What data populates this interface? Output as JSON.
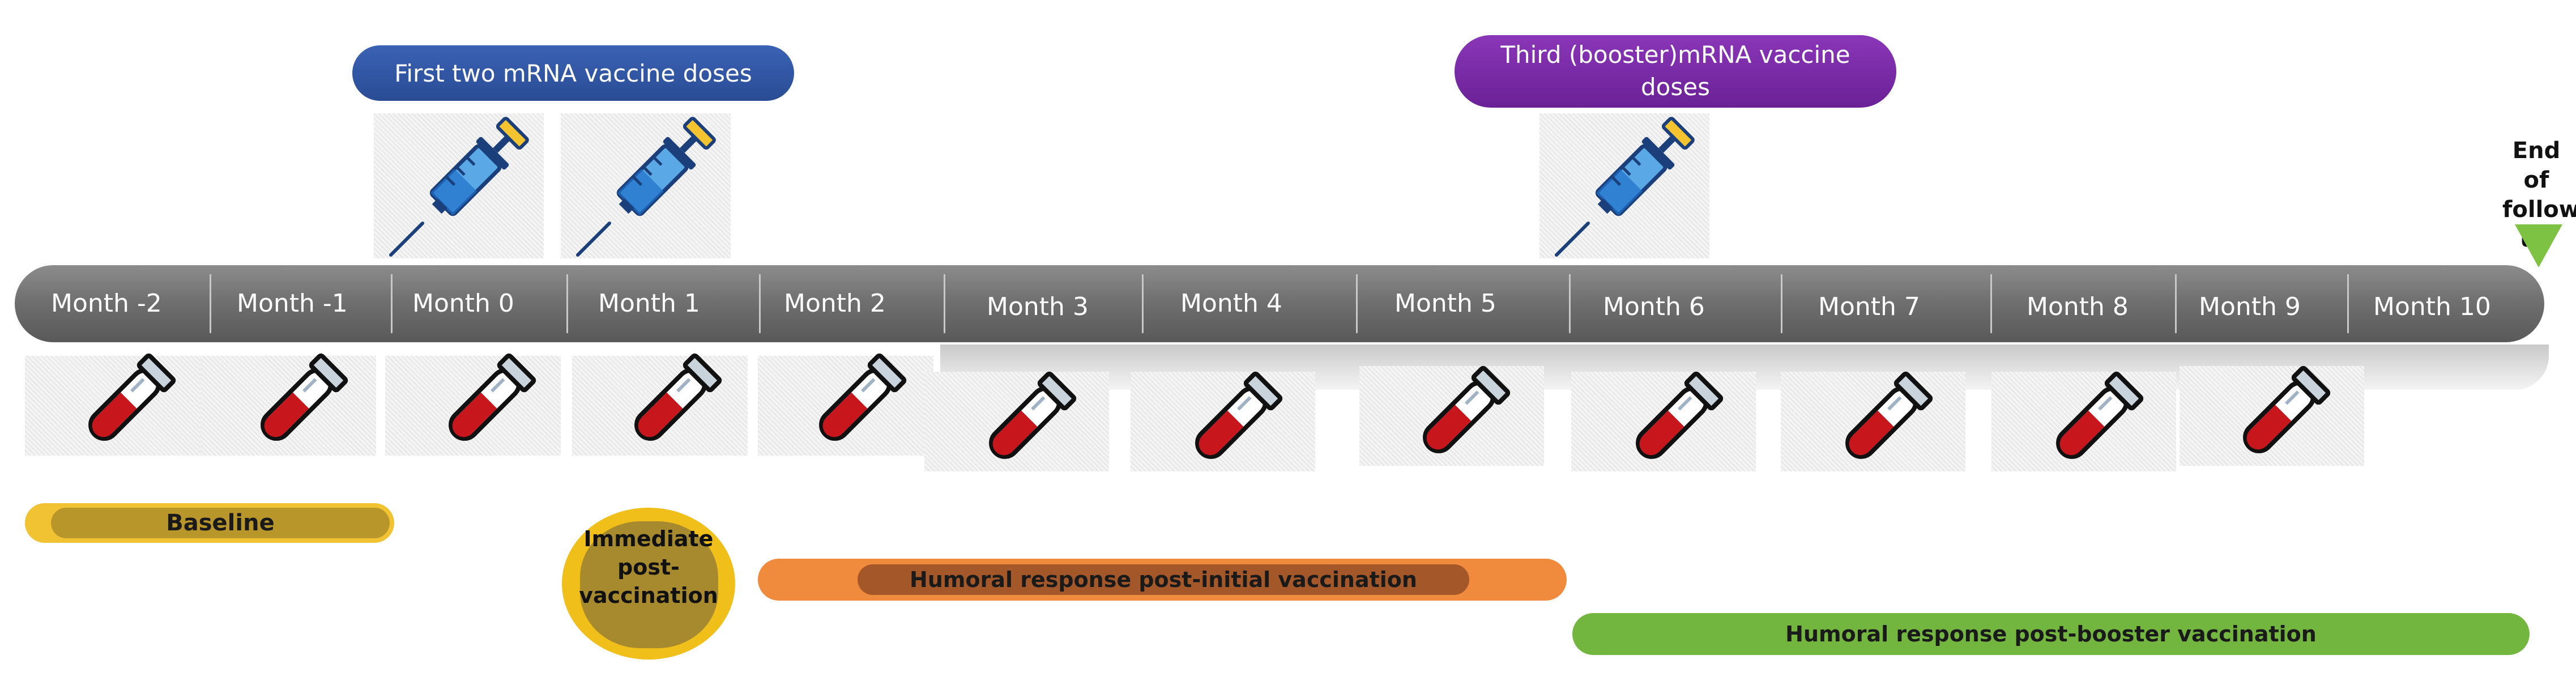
{
  "top_labels": {
    "first_doses": "First two mRNA vaccine doses",
    "booster_line1": "Third (booster)mRNA vaccine",
    "booster_line2": "doses"
  },
  "end_of_followup": {
    "line1": "End of",
    "line2": "follow-up"
  },
  "months": [
    "Month  -2",
    "Month  -1",
    "Month  0",
    "Month 1",
    "Month 2",
    "Month 3",
    "Month 4",
    "Month 5",
    "Month 6",
    "Month 7",
    "Month 8",
    "Month 9",
    "Month 10"
  ],
  "phases": {
    "baseline": "Baseline",
    "immediate_line1": "Immediate",
    "immediate_line2": "post-",
    "immediate_line3": "vaccination",
    "post_initial": "Humoral response post-initial vaccination",
    "post_booster": "Humoral response post-booster vaccination"
  },
  "icons": {
    "syringe": "syringe-icon",
    "blood_tube": "blood-tube-icon",
    "end_marker": "green-triangle-marker"
  },
  "colors": {
    "first_pill": "#2e55a5",
    "booster_pill": "#7a2aa8",
    "timeline": "#707070",
    "baseline": "#f1c232",
    "immediate": "#f0bf1a",
    "post_initial": "#f08a3c",
    "post_booster": "#73b63f",
    "tube_red": "#c8161d",
    "end_marker": "#7dc242"
  }
}
